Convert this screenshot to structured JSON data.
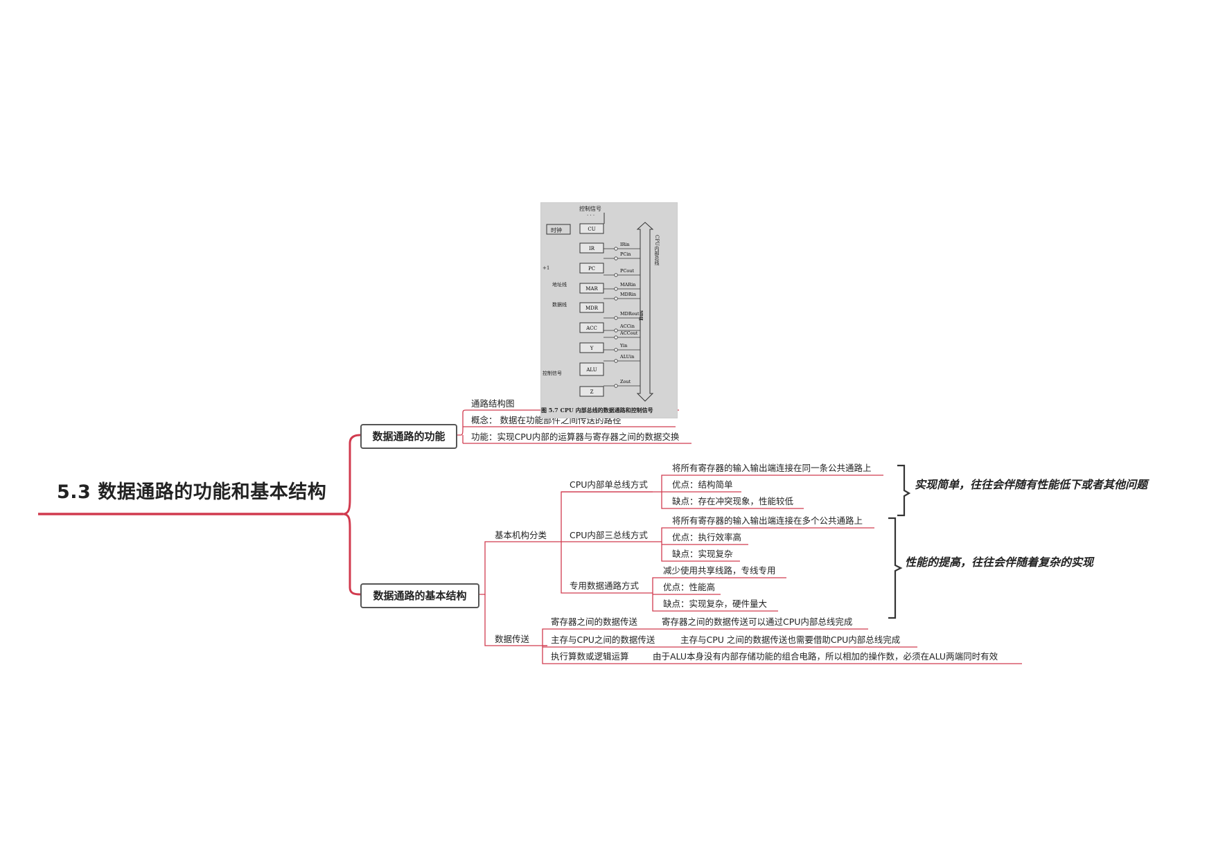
{
  "root": {
    "title": "5.3 数据通路的功能和基本结构"
  },
  "branch1": {
    "title": "数据通路的功能",
    "items": [
      {
        "label": "通路结构图"
      },
      {
        "label": "概念： 数据在功能部件之间传送的路径"
      },
      {
        "label": "功能：实现CPU内部的运算器与寄存器之间的数据交换"
      }
    ]
  },
  "figure": {
    "top_label": "控制信号",
    "dots": "· · ·",
    "clock": "时钟",
    "bus_cn": "CPU内部总线",
    "bus_en": "Bus",
    "plus_one": "+1",
    "addr_line": "地址线",
    "data_line": "数据线",
    "ctrl_signal": "控制信号",
    "caption": "图 5.7   CPU 内部总线的数据通路和控制信号",
    "registers": [
      "CU",
      "IR",
      "PC",
      "MAR",
      "MDR",
      "ACC",
      "Y",
      "ALU",
      "Z"
    ],
    "signals": [
      "IRin",
      "PCin",
      "PCout",
      "MARin",
      "MDRin",
      "MDRout",
      "ACCin",
      "ACCout",
      "Yin",
      "ALUin",
      "Zout"
    ]
  },
  "branch2": {
    "title": "数据通路的基本结构",
    "classification": {
      "label": "基本机构分类",
      "single_bus": {
        "label": "CPU内部单总线方式",
        "items": [
          "将所有寄存器的输入输出端连接在同一条公共通路上",
          "优点：结构简单",
          "缺点：存在冲突现象，性能较低"
        ]
      },
      "triple_bus": {
        "label": "CPU内部三总线方式",
        "items": [
          "将所有寄存器的输入输出端连接在多个公共通路上",
          "优点：执行效率高",
          "缺点：实现复杂"
        ]
      },
      "dedicated": {
        "label": "专用数据通路方式",
        "items": [
          "减少使用共享线路，专线专用",
          "优点：性能高",
          "缺点：实现复杂，硬件量大"
        ]
      }
    },
    "transfer": {
      "label": "数据传送",
      "rows": [
        {
          "label": "寄存器之间的数据传送",
          "detail": "寄存器之间的数据传送可以通过CPU内部总线完成"
        },
        {
          "label": "主存与CPU之间的数据传送",
          "detail": "主存与CPU 之间的数据传送也需要借助CPU内部总线完成"
        },
        {
          "label": "执行算数或逻辑运算",
          "detail": "由于ALU本身没有内部存储功能的组合电路，所以相加的操作数，必须在ALU两端同时有效"
        }
      ]
    }
  },
  "notes": {
    "single": "实现简单，往往会伴随有性能低下或者其他问题",
    "multi": "性能的提高，往往会伴随着复杂的实现"
  },
  "colors": {
    "accent": "#d13a4e",
    "bracket": "#333333",
    "box_border": "#555555"
  }
}
